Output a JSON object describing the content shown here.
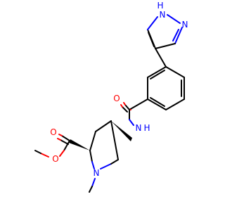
{
  "colors": {
    "bond": "#000000",
    "nitrogen": "#0000ff",
    "oxygen": "#ff0000"
  },
  "atoms": {
    "pyrazole_nh": {
      "element": "N",
      "hydrogen": "H"
    },
    "pyrazole_n": {
      "element": "N"
    },
    "amide_o": {
      "element": "O"
    },
    "amide_nh": {
      "element": "N",
      "hydrogen": "H"
    },
    "ester_carbonyl_o": {
      "element": "O"
    },
    "ester_ether_o": {
      "element": "O"
    },
    "pyrrolidine_n": {
      "element": "N"
    }
  }
}
